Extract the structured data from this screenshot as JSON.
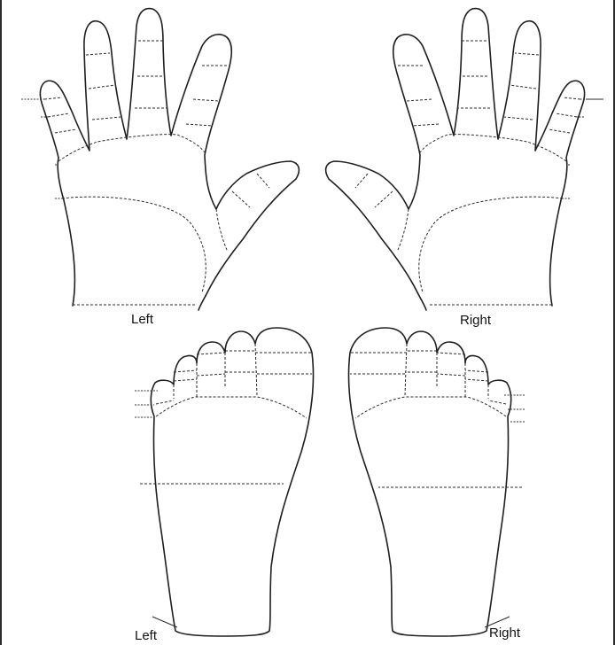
{
  "labels": {
    "left_hand": "Left",
    "right_hand": "Right",
    "left_foot": "Left",
    "right_foot": "Right"
  },
  "colors": {
    "background": "#ffffff",
    "outline": "#1f1f1f"
  }
}
